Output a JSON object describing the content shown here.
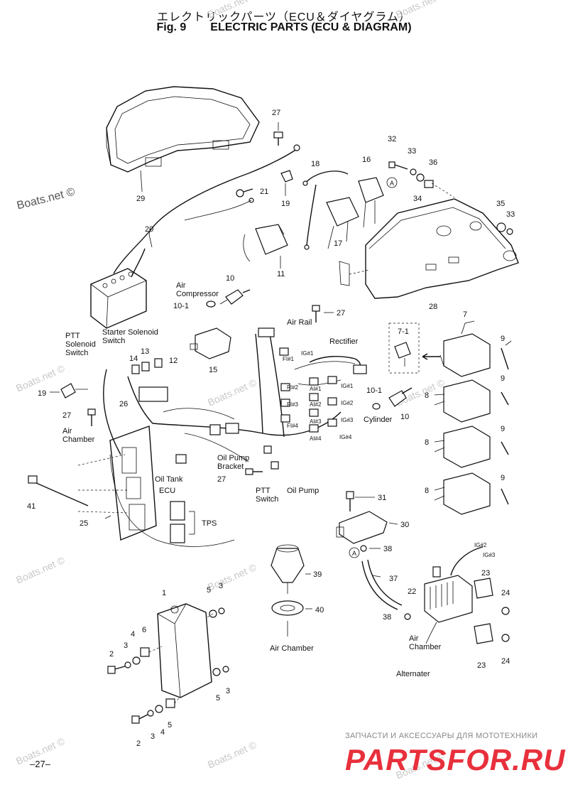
{
  "header": {
    "title_jp": "エレクトリックパーツ（ECU＆ダイヤグラム）",
    "fig_label": "Fig. 9",
    "title_en": "ELECTRIC PARTS (ECU & DIAGRAM)"
  },
  "watermarks": {
    "main": "Boats.net ©",
    "faint": "Boats.net ©"
  },
  "brand": {
    "tagline": "ЗАПЧАСТИ И АКСЕССУАРЫ ДЛЯ МОТОТЕХНИКИ",
    "logo": "PARTSFOR.RU"
  },
  "page_number": "–27–",
  "callouts": {
    "p1": "1",
    "p2a": "2",
    "p2b": "2",
    "p3a": "3",
    "p3b": "3",
    "p3c": "3",
    "p3d": "3",
    "p4a": "4",
    "p4b": "4",
    "p5a": "5",
    "p5b": "5",
    "p5c": "5",
    "p6a": "6",
    "p7": "7",
    "p7_1": "7-1",
    "p8a": "8",
    "p8b": "8",
    "p8c": "8",
    "p9a": "9",
    "p9b": "9",
    "p9c": "9",
    "p9d": "9",
    "p10a": "10",
    "p10_1a": "10-1",
    "p10b": "10",
    "p10_1b": "10-1",
    "p11": "11",
    "p12": "12",
    "p13": "13",
    "p14": "14",
    "p15": "15",
    "p16": "16",
    "p17": "17",
    "p18": "18",
    "p19a": "19",
    "p19b": "19",
    "p20": "20",
    "p21": "21",
    "p22": "22",
    "p23a": "23",
    "p23b": "23",
    "p24a": "24",
    "p24b": "24",
    "p25": "25",
    "p26": "26",
    "p27a": "27",
    "p27b": "27",
    "p27c": "27",
    "p27d": "27",
    "p28": "28",
    "p29": "29",
    "p30": "30",
    "p31": "31",
    "p32": "32",
    "p33a": "33",
    "p33b": "33",
    "p34": "34",
    "p35": "35",
    "p36": "36",
    "p37": "37",
    "p38a": "38",
    "p38b": "38",
    "p39": "39",
    "p40": "40",
    "p41": "41",
    "pA1": "A",
    "pA2": "A"
  },
  "labels": {
    "air_compressor_1": "Air",
    "air_compressor_2": "Compressor",
    "air_rail": "Air Rail",
    "rectifier": "Rectifier",
    "ptt_1": "PTT",
    "ptt_2": "Solenoid",
    "ptt_3": "Switch",
    "starter_1": "Starter Solenoid",
    "starter_2": "Switch",
    "air_chamber_1a": "Air",
    "air_chamber_1b": "Chamber",
    "cylinder": "Cylinder",
    "oil_pump_bracket_1": "Oil Pump",
    "oil_pump_bracket_2": "Bracket",
    "ptt_switch_1": "PTT",
    "ptt_switch_2": "Switch",
    "oil_pump": "Oil Pump",
    "oil_tank": "Oil Tank",
    "ecu": "ECU",
    "tps": "TPS",
    "air_chamber_2": "Air Chamber",
    "air_chamber_3a": "Air",
    "air_chamber_3b": "Chamber",
    "alternater": "Alternater",
    "ig1a": "IG#1",
    "ig1b": "IG#1",
    "ig2a": "IG#2",
    "ig3a": "IG#3",
    "ig4": "IG#4",
    "ig2b": "IG#2",
    "ig3b": "IG#3",
    "fi1": "FI#1",
    "fi2": "FI#2",
    "fi3": "FI#3",
    "fi4": "FI#4",
    "ai1": "AI#1",
    "ai2": "AI#2",
    "ai3": "AI#3",
    "ai4": "AI#4"
  }
}
